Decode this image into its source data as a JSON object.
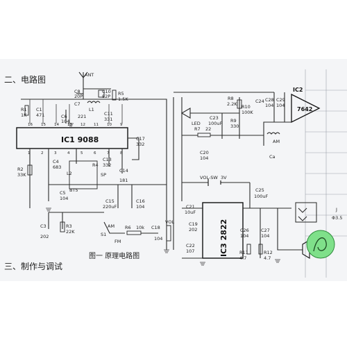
{
  "headings": {
    "section_two": "二、电路图",
    "section_three": "三、制作与调试",
    "caption": "图一    原理电路图"
  },
  "ics": {
    "ic1": "IC1  9088",
    "ic2": "IC2",
    "ic2_part": "7642",
    "ic3": "IC3 2822"
  },
  "components": {
    "ant": "ANT",
    "c8": "C8",
    "c8v": "20P",
    "c10": "C10",
    "c10v": "82P",
    "r5": "R5",
    "r5v": "1.5K",
    "c7": "C7",
    "c7v": "221",
    "l1": "L1",
    "c6": "C6",
    "c6v": "104",
    "c11": "C11",
    "c11v": "331",
    "r1": "R1",
    "r1v": "1K",
    "c1": "C1",
    "c1v": "471",
    "c17": "C17",
    "c17v": "332",
    "r2": "R2",
    "r2v": "33K",
    "c4": "C4",
    "c4v": "683",
    "l2": "L2",
    "bt5": "BT5",
    "c5": "C5",
    "c5v": "104",
    "c13": "C13",
    "c13v": "332",
    "c14": "C14",
    "c181": "181",
    "sp": "SP",
    "r4": "R4",
    "c15": "C15",
    "c15v": "220uF",
    "c16": "C16",
    "c16v": "104",
    "c20": "C20",
    "c20v": "104",
    "c3": "C3",
    "c3v": "202",
    "r3": "R3",
    "r3v": "22K",
    "am": "AM",
    "fm": "FM",
    "s1": "S1",
    "r6": "R6",
    "r6v": "10k",
    "c18": "C18",
    "c18v": "104",
    "vol": "VOL",
    "r8": "R8",
    "r8v": "2.2K",
    "c23": "C23",
    "c23v": "100uF",
    "r9": "R9",
    "r9v": "330",
    "led": "LED",
    "r7": "R7",
    "r7v": "22",
    "r10": "R10",
    "r10v": "100K",
    "c24": "C24",
    "c28": "C28",
    "c28v": "104",
    "c29": "C29",
    "c29v": "104",
    "ca": "Ca",
    "am2": "AM",
    "volsw": "VOL-SW",
    "v3": "3V",
    "c25": "C25",
    "c25v": "100uF",
    "c21": "C21",
    "c21v": "10uF",
    "c19": "C19",
    "c19v": "202",
    "c26": "C26",
    "c26v": "104",
    "c27": "C27",
    "c27v": "104",
    "c22": "C22",
    "c22v": "107",
    "r11": "R11",
    "r11v": "4.7",
    "r12": "R12",
    "r12v": "4.7",
    "j": "J",
    "jv": "Φ3.5"
  },
  "pins": [
    "16",
    "15",
    "14",
    "13",
    "12",
    "11",
    "10",
    "9",
    "1",
    "2",
    "3",
    "4",
    "5",
    "6",
    "7",
    "8"
  ],
  "watermark": "recorder logo"
}
